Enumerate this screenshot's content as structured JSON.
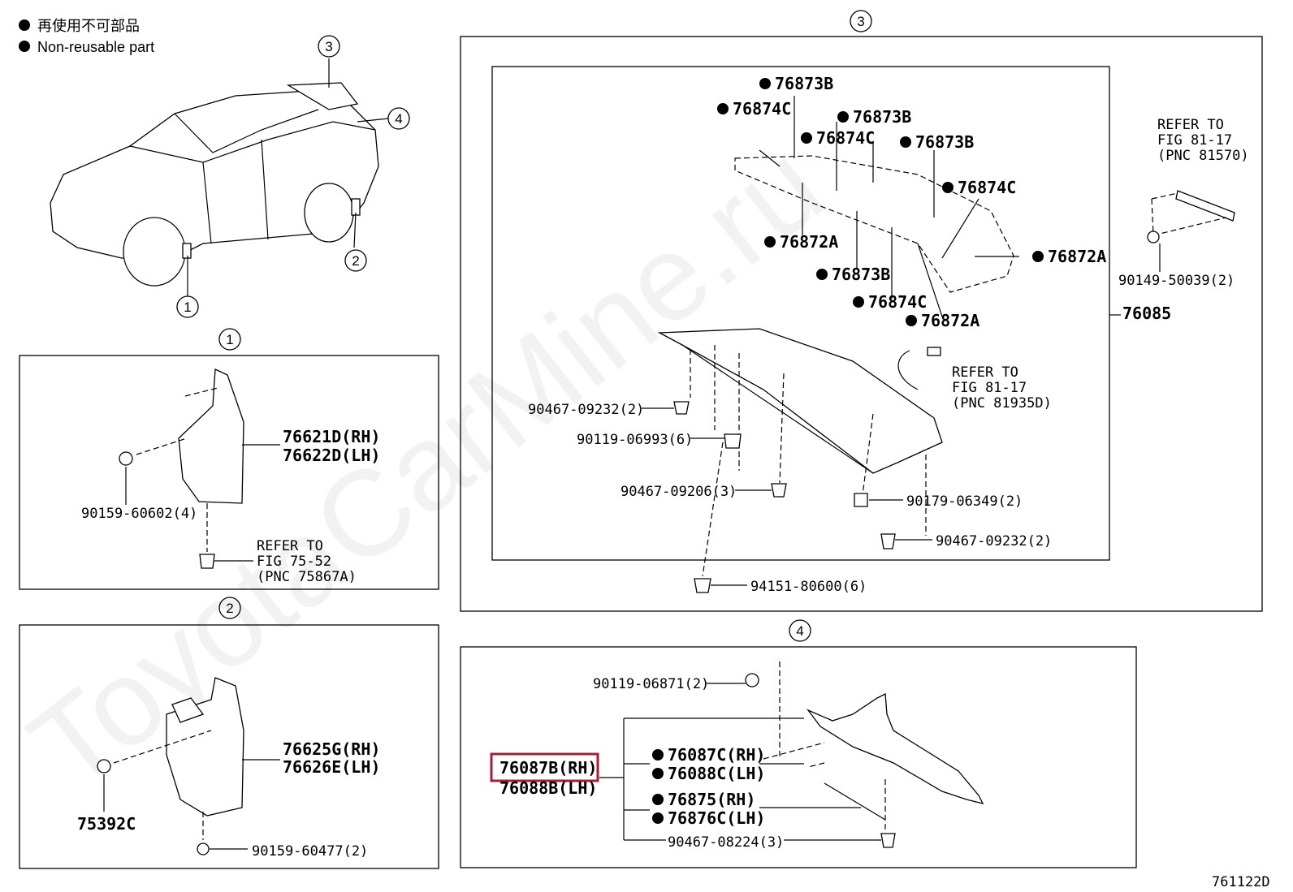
{
  "legend": {
    "line1": "再使用不可部品",
    "line2": "Non-reusable part"
  },
  "watermark": "ToyotaCarMine.ru",
  "figure_id": "761122D",
  "callouts": {
    "c1": "1",
    "c2": "2",
    "c3": "3",
    "c4": "4"
  },
  "section1": {
    "part_rh": "76621D(RH)",
    "part_lh": "76622D(LH)",
    "screw": "90159-60602(4)",
    "refer1": "REFER TO",
    "refer2": "FIG 75-52",
    "refer3": "(PNC 75867A)"
  },
  "section2": {
    "part_rh": "76625G(RH)",
    "part_lh": "76626E(LH)",
    "bolt": "75392C",
    "screw": "90159-60477(2)"
  },
  "section3": {
    "assembly": "76085",
    "tapes": [
      "76873B",
      "76874C",
      "76873B",
      "76874C",
      "76873B",
      "76874C",
      "76872A",
      "76873B",
      "76872A",
      "76874C",
      "76872A"
    ],
    "clip1": "90467-09232(2)",
    "clip2": "90119-06993(6)",
    "clip3": "90467-09206(3)",
    "clip4": "90179-06349(2)",
    "clip5": "90467-09232(2)",
    "clip6": "94151-80600(6)",
    "bracket_ref1": "REFER TO",
    "bracket_ref2": "FIG 81-17",
    "bracket_ref3": "(PNC 81570)",
    "bracket_screw": "90149-50039(2)",
    "wire_ref1": "REFER TO",
    "wire_ref2": "FIG 81-17",
    "wire_ref3": "(PNC 81935D)"
  },
  "section4": {
    "screw": "90119-06871(2)",
    "main_rh": "76087B(RH)",
    "main_lh": "76088B(LH)",
    "sub1_rh": "76087C(RH)",
    "sub1_lh": "76088C(LH)",
    "sub2_rh": "76875(RH)",
    "sub2_lh": "76876C(LH)",
    "clip": "90467-08224(3)",
    "highlight_color": "#a0203a"
  }
}
